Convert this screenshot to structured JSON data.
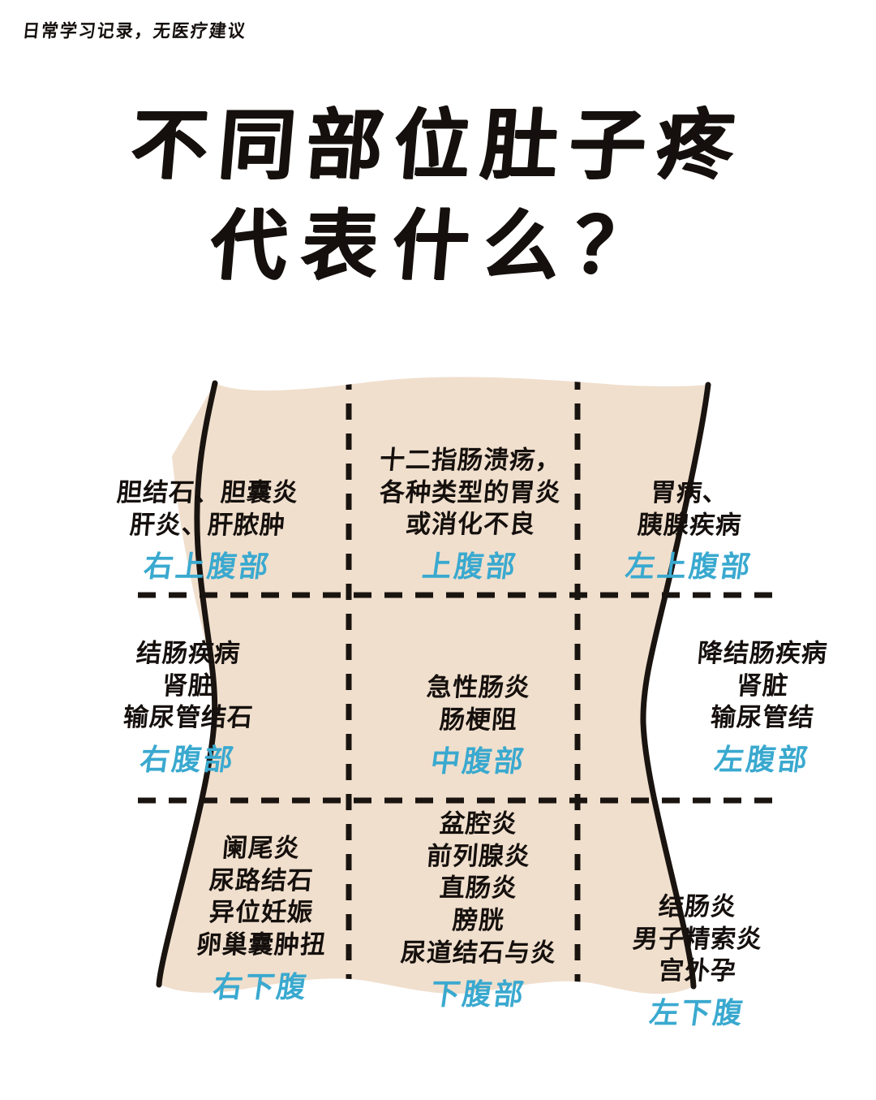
{
  "disclaimer": "日常学习记录，无医疗建议",
  "title": {
    "line1": "不同部位肚子疼",
    "line2": "代表什么？"
  },
  "colors": {
    "skin_fill": "#f0dfcd",
    "outline": "#1a1410",
    "zone_label_blue": "#3aa9cf",
    "text_black": "#15100d",
    "background": "#ffffff"
  },
  "regions": [
    {
      "id": "upper-right",
      "zone_label": "右上腹部",
      "conditions": [
        "胆结石、胆囊炎",
        "肝炎、肝脓肿"
      ]
    },
    {
      "id": "upper-mid",
      "zone_label": "上腹部",
      "conditions": [
        "十二指肠溃疡，",
        "各种类型的胃炎",
        "或消化不良"
      ]
    },
    {
      "id": "upper-left",
      "zone_label": "左上腹部",
      "conditions": [
        "胃病、",
        "胰腺疾病"
      ]
    },
    {
      "id": "mid-right",
      "zone_label": "右腹部",
      "conditions": [
        "结肠疾病",
        "肾脏",
        "输尿管结石"
      ]
    },
    {
      "id": "mid-mid",
      "zone_label": "中腹部",
      "conditions": [
        "急性肠炎",
        "肠梗阻"
      ]
    },
    {
      "id": "mid-left",
      "zone_label": "左腹部",
      "conditions": [
        "降结肠疾病",
        "肾脏",
        "输尿管结"
      ]
    },
    {
      "id": "low-right",
      "zone_label": "右下腹",
      "conditions": [
        "阑尾炎",
        "尿路结石",
        "异位妊娠",
        "卵巢囊肿扭"
      ]
    },
    {
      "id": "low-mid",
      "zone_label": "下腹部",
      "conditions": [
        "盆腔炎",
        "前列腺炎",
        "直肠炎",
        "膀胱",
        "尿道结石与炎"
      ]
    },
    {
      "id": "low-left",
      "zone_label": "左下腹",
      "conditions": [
        "结肠炎",
        "男子精索炎",
        "宫外孕"
      ]
    }
  ],
  "diagram": {
    "grid_rows": 3,
    "grid_cols": 3,
    "divider_style": "dashed"
  }
}
